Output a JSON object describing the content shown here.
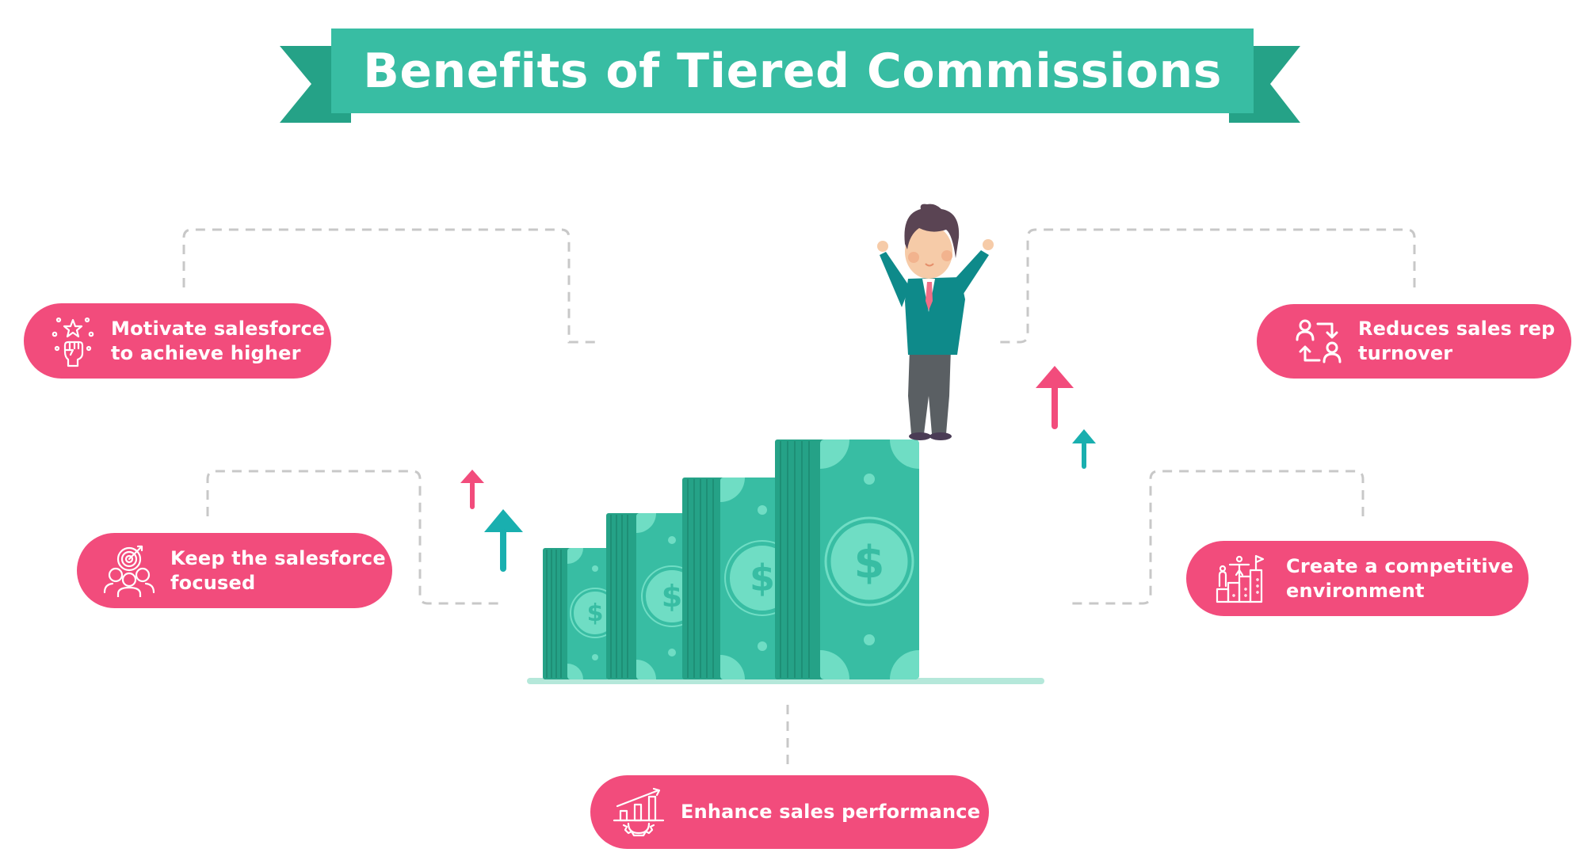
{
  "banner": {
    "title": "Benefits of Tiered Commissions",
    "color": "#38BDA3",
    "tail_color": "#25A287"
  },
  "benefits": [
    {
      "id": "motivate",
      "icon": "motivation-fist-star-icon",
      "lines": [
        "Motivate salesforce",
        "to achieve higher"
      ]
    },
    {
      "id": "turnover",
      "icon": "people-exchange-icon",
      "lines": [
        "Reduces sales rep",
        "turnover"
      ]
    },
    {
      "id": "focused",
      "icon": "team-target-icon",
      "lines": [
        "Keep the salesforce",
        "focused"
      ]
    },
    {
      "id": "competitive",
      "icon": "podium-competition-icon",
      "lines": [
        "Create a competitive",
        "environment"
      ]
    },
    {
      "id": "performance",
      "icon": "growth-chart-gear-icon",
      "lines": [
        "Enhance sales performance"
      ]
    }
  ],
  "illustration": {
    "character": "businessman-celebrating",
    "money_stacks": 4,
    "arrows": [
      "pink-up-arrow",
      "teal-up-arrow"
    ]
  },
  "colors": {
    "pill": "#F24C7C",
    "money_dark": "#25A287",
    "money_mid": "#38BDA3",
    "money_light": "#6FDDC4",
    "arrow_pink": "#F24C7C",
    "arrow_teal": "#19AFAF",
    "connector": "#C8C8C8"
  }
}
